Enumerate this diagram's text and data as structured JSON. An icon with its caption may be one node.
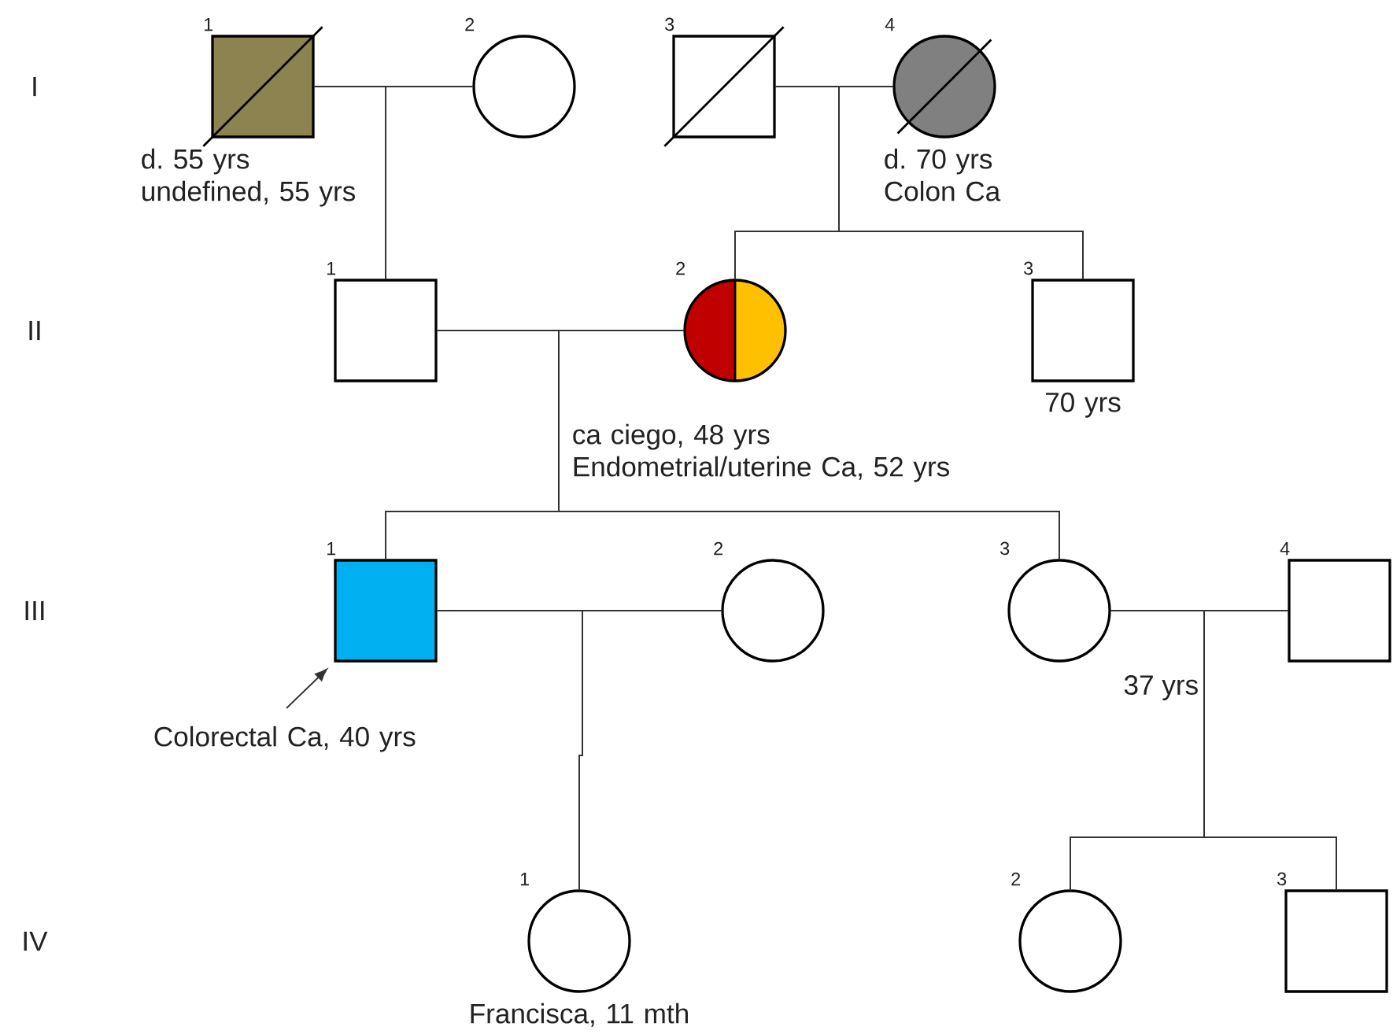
{
  "diagram": {
    "nodes": [
      {
        "text": [
          "1"
        ],
        "beside": [
          "d. 55 yrs undefined, 55 yrs"
        ]
      },
      {
        "text": [
          "2"
        ]
      },
      {
        "text": [
          "3"
        ]
      },
      {
        "text": [
          "4"
        ],
        "beside": [
          "d. 70 yrs Colon Ca"
        ]
      },
      {
        "text": [
          "1"
        ]
      },
      {
        "text": [
          "2"
        ],
        "beside": [
          "ca ciego, 48 yrs Endometrial/uterine Ca, 52 yrs"
        ]
      },
      {
        "text": [
          "3"
        ],
        "beside": [
          "70 yrs"
        ]
      },
      {
        "text": [
          "1"
        ],
        "beside": [
          "Colorectal Ca, 40 yrs"
        ]
      },
      {
        "text": [
          "2"
        ]
      },
      {
        "text": [
          "3"
        ],
        "beside": [
          "37 yrs"
        ]
      },
      {
        "text": [
          "4"
        ]
      },
      {
        "text": [
          "1"
        ],
        "beside": [
          "Francisca, 11 mth"
        ]
      },
      {
        "text": [
          "2"
        ]
      },
      {
        "text": [
          "3"
        ]
      }
    ],
    "edges": [
      {
        "from": 0,
        "to": 1,
        "arrow": "none"
      },
      {
        "from": 2,
        "to": 3,
        "arrow": "none"
      },
      {
        "from": 0,
        "to": 4,
        "arrow": "none"
      },
      {
        "from": 1,
        "to": 4,
        "arrow": "none"
      },
      {
        "from": 2,
        "to": 5,
        "arrow": "none"
      },
      {
        "from": 3,
        "to": 5,
        "arrow": "none"
      },
      {
        "from": 2,
        "to": 6,
        "arrow": "none"
      },
      {
        "from": 3,
        "to": 6,
        "arrow": "none"
      },
      {
        "from": 4,
        "to": 5,
        "arrow": "none"
      },
      {
        "from": 4,
        "to": 7,
        "arrow": "none"
      },
      {
        "from": 5,
        "to": 7,
        "arrow": "none"
      },
      {
        "from": 4,
        "to": 9,
        "arrow": "none"
      },
      {
        "from": 5,
        "to": 9,
        "arrow": "none"
      },
      {
        "from": 7,
        "to": 8,
        "arrow": "none"
      },
      {
        "from": 7,
        "to": 11,
        "arrow": "none"
      },
      {
        "from": 8,
        "to": 11,
        "arrow": "none"
      },
      {
        "from": 9,
        "to": 10,
        "arrow": "none"
      },
      {
        "from": 9,
        "to": 12,
        "arrow": "none"
      },
      {
        "from": 10,
        "to": 12,
        "arrow": "none"
      },
      {
        "from": 9,
        "to": 13,
        "arrow": "none"
      },
      {
        "from": 10,
        "to": 13,
        "arrow": "none"
      },
      {
        "from": null,
        "to": 7,
        "arrow": "to"
      }
    ],
    "labels": [
      "I",
      "II",
      "III",
      "IV"
    ]
  }
}
